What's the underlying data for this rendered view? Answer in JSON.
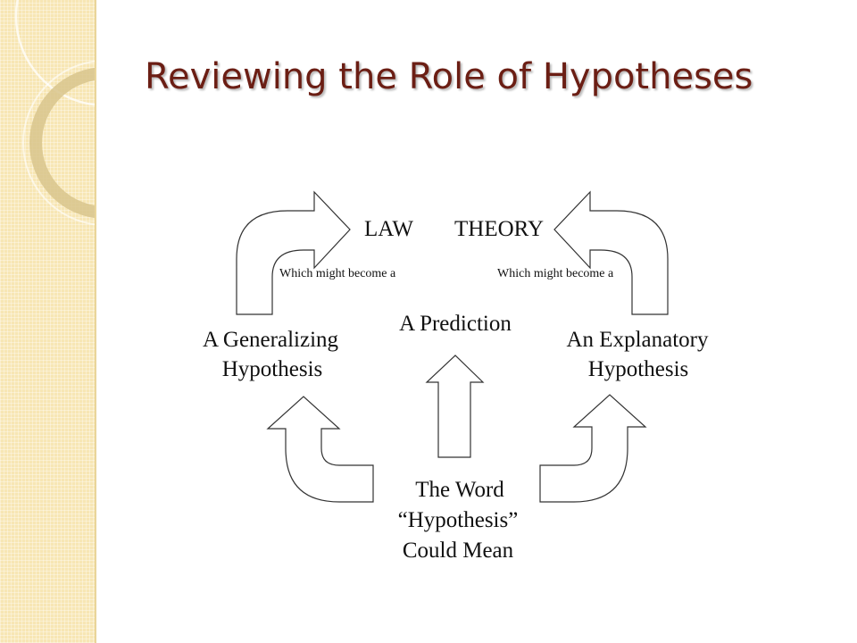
{
  "slide": {
    "title": "Reviewing the Role of Hypotheses"
  },
  "diagram": {
    "law_label": "LAW",
    "theory_label": "THEORY",
    "left_transition_label": "Which might become a",
    "right_transition_label": "Which might become a",
    "prediction_label": "A Prediction",
    "generalizing_line1": "A Generalizing",
    "generalizing_line2": "Hypothesis",
    "explanatory_line1": "An Explanatory",
    "explanatory_line2": "Hypothesis",
    "word_line1": "The Word",
    "word_line2": "“Hypothesis”",
    "word_line3": "Could Mean"
  },
  "colors": {
    "title": "#6b1e14",
    "side_panel": "#f7e6b4",
    "arrow_stroke": "#333333"
  }
}
